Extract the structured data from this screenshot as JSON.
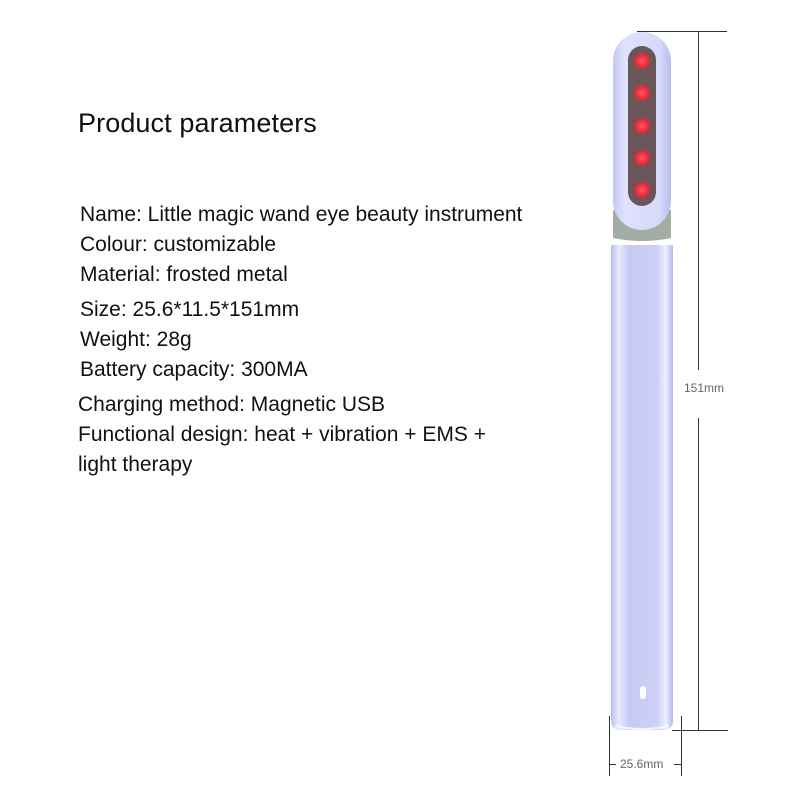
{
  "title": "Product parameters",
  "params": [
    {
      "text": "Name: Little magic wand eye beauty instrument"
    },
    {
      "text": "Colour: customizable"
    },
    {
      "text": "Material: frosted metal"
    },
    {
      "text": "Size: 25.6*11.5*151mm"
    },
    {
      "text": "Weight: 28g"
    },
    {
      "text": "Battery capacity: 300MA"
    },
    {
      "text": "Charging method: Magnetic USB"
    },
    {
      "text": "Functional design: heat + vibration + EMS +"
    },
    {
      "text": "light therapy"
    }
  ],
  "dimensions": {
    "height_label": "151mm",
    "width_label": "25.6mm"
  },
  "product": {
    "led_count": 5,
    "led_color": "#ff2b3a",
    "body_color": "#c9cdf2",
    "neck_color": "#9aa59e"
  }
}
